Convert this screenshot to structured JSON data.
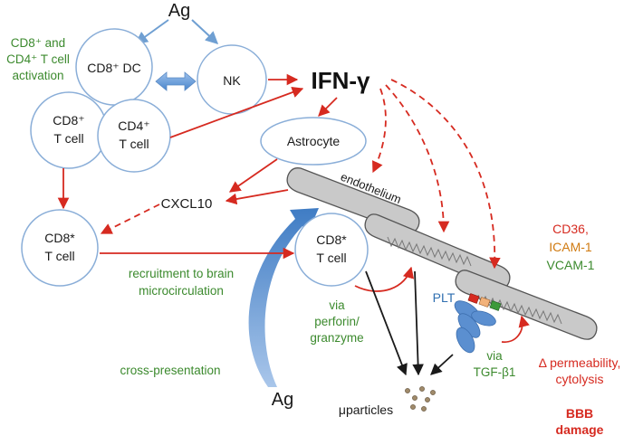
{
  "diagram": {
    "antigen_top": "Ag",
    "antigen_bottom": "Ag",
    "ifn_gamma": "IFN-γ",
    "cells": {
      "cd8_dc": "CD8⁺ DC",
      "nk": "NK",
      "cd8_t_line1": "CD8⁺",
      "cd8_t_line2": "T cell",
      "cd4_t_line1": "CD4⁺",
      "cd4_t_line2": "T cell",
      "astrocyte": "Astrocyte",
      "cd8_star_left_line1": "CD8*",
      "cd8_star_left_line2": "T cell",
      "cd8_star_right_line1": "CD8*",
      "cd8_star_right_line2": "T cell"
    },
    "activation_note": [
      "CD8⁺ and",
      "CD4⁺ T cell",
      "activation"
    ],
    "cxcl10": "CXCL10",
    "endothelium": "endothelium",
    "recruitment_note": [
      "recruitment to brain",
      "microcirculation"
    ],
    "perforin_note": [
      "via",
      "perforin/",
      "granzyme"
    ],
    "cross_presentation": "cross-presentation",
    "plt": "PLT",
    "tgf_note": [
      "via",
      "TGF-β1"
    ],
    "microparticles": "μparticles",
    "adhesion": {
      "cd36": "CD36,",
      "icam": "ICAM-1",
      "vcam": "VCAM-1"
    },
    "permeability_note": [
      "Δ permeability,",
      "cytolysis"
    ],
    "bbb_damage": [
      "BBB",
      "damage"
    ]
  },
  "colors": {
    "red_arrow": "#d62a20",
    "blue_arrow": "#6f9fd2",
    "cell_outline": "#8aaed8",
    "green_text": "#3c8a2e",
    "orange_text": "#d07a10",
    "endothelium_fill": "#c9c9c9",
    "platelet_fill": "#5b8fd0"
  }
}
